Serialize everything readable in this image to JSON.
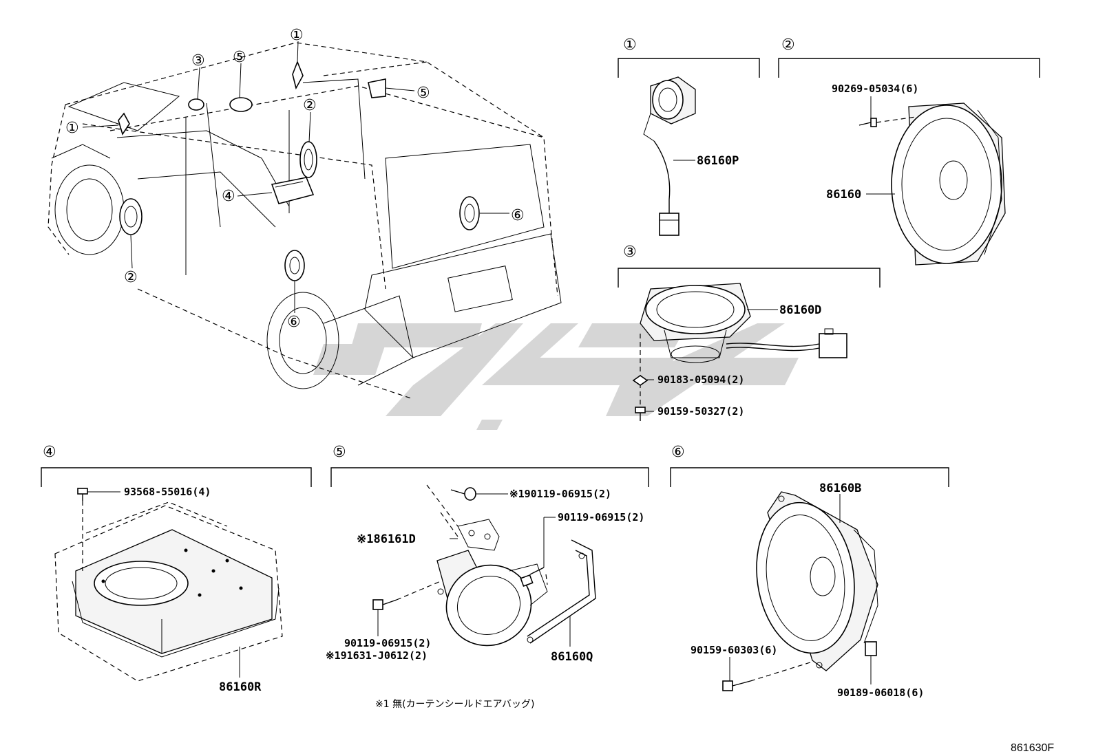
{
  "callouts": {
    "c1": "①",
    "c2": "②",
    "c3": "③",
    "c4": "④",
    "c5": "⑤",
    "c6": "⑥"
  },
  "parts": {
    "p86160P": "86160P",
    "p90269": "90269-05034(6)",
    "p86160": "86160",
    "p86160D": "86160D",
    "p90183": "90183-05094(2)",
    "p90159_50327": "90159-50327(2)",
    "p93568": "93568-55016(4)",
    "p86160R": "86160R",
    "p190119": "※190119-06915(2)",
    "p90119_a": "90119-06915(2)",
    "p86161D": "※186161D",
    "p90119_b": "90119-06915(2)",
    "p191631": "※191631-J0612(2)",
    "p86160Q": "86160Q",
    "p86160B": "86160B",
    "p90159_60303": "90159-60303(6)",
    "p90189": "90189-06018(6)"
  },
  "footnote": "※1 無(カーテンシールドエアバッグ)",
  "diagram_code": "861630F",
  "colors": {
    "line": "#000000",
    "watermark": "#c8c8c8"
  }
}
